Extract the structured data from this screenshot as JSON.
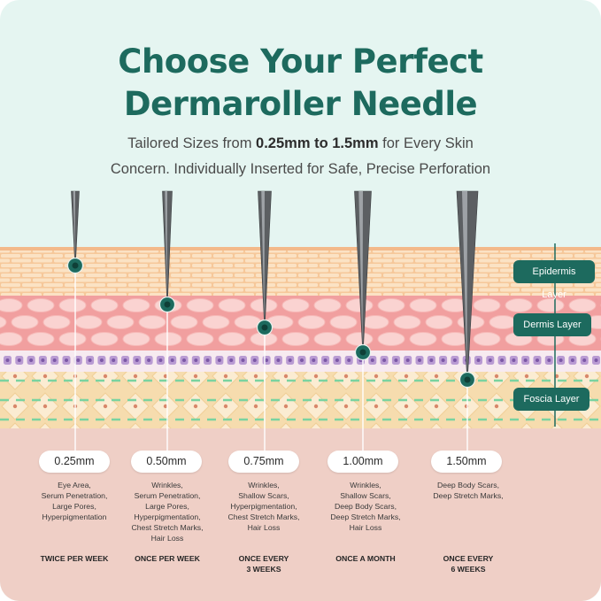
{
  "title": {
    "line1": "Choose Your Perfect",
    "line2": "Dermaroller Needle"
  },
  "subtitle": {
    "prefix": "Tailored Sizes from ",
    "highlight": "0.25mm to 1.5mm",
    "suffix": " for Every Skin",
    "line2": "Concern. Individually Inserted for Safe, Precise Perforation"
  },
  "layers": [
    "Epidermis Layer",
    "Dermis Layer",
    "Foscia Layer"
  ],
  "needles": [
    {
      "size": "0.25mm",
      "uses": [
        "Eye Area,",
        "Serum Penetration,",
        "Large Pores,",
        "Hyperpigmentation"
      ],
      "frequency": [
        "TWICE PER WEEK"
      ]
    },
    {
      "size": "0.50mm",
      "uses": [
        "Wrinkles,",
        "Serum Penetration,",
        "Large Pores,",
        "Hyperpigmentation,",
        "Chest Stretch Marks,",
        "Hair Loss"
      ],
      "frequency": [
        "ONCE PER WEEK"
      ]
    },
    {
      "size": "0.75mm",
      "uses": [
        "Wrinkles,",
        "Shallow Scars,",
        "Hyperpigmentation,",
        "Chest Stretch Marks,",
        "Hair Loss"
      ],
      "frequency": [
        "ONCE EVERY",
        "3 WEEKS"
      ]
    },
    {
      "size": "1.00mm",
      "uses": [
        "Wrinkles,",
        "Shallow Scars,",
        "Deep Body Scars,",
        "Deep Stretch Marks,",
        "Hair Loss"
      ],
      "frequency": [
        "ONCE A MONTH"
      ]
    },
    {
      "size": "1.50mm",
      "uses": [
        "Deep Body Scars,",
        "Deep Stretch Marks,"
      ],
      "frequency": [
        "ONCE EVERY",
        "6 WEEKS"
      ]
    }
  ],
  "colors": {
    "brand": "#1d6a5e",
    "dermis": "#f4aaa8",
    "epidermis": "#f9d6a8",
    "fascia": "#f8e2bc",
    "base": "#efcfc6"
  }
}
